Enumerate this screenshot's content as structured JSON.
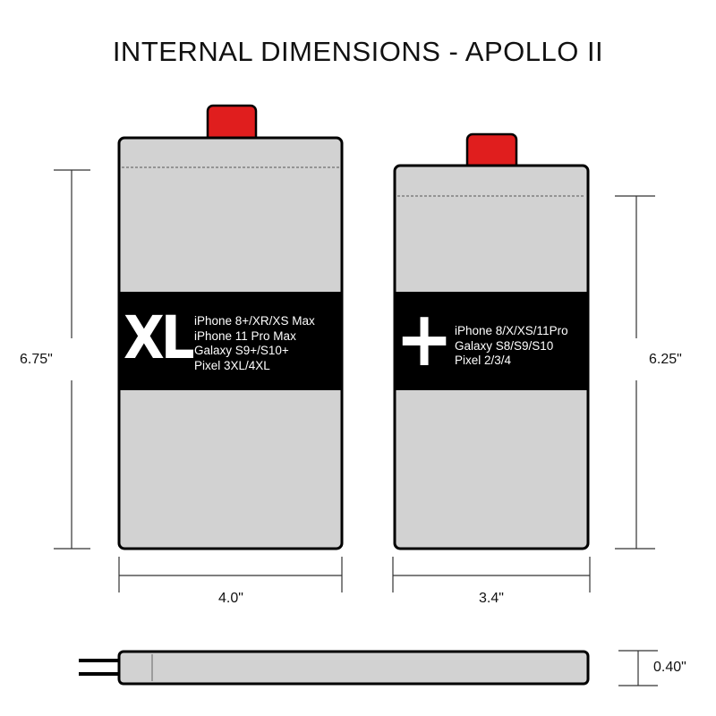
{
  "title": "INTERNAL DIMENSIONS - APOLLO II",
  "pouches": [
    {
      "id": "xl",
      "mark": "XL",
      "fits": [
        "iPhone 8+/XR/XS Max",
        "iPhone 11 Pro Max",
        "Galaxy S9+/S10+",
        "Pixel 3XL/4XL"
      ],
      "height_label": "6.75\"",
      "width_label": "4.0\""
    },
    {
      "id": "plus",
      "mark": "+",
      "fits": [
        "iPhone 8/X/XS/11Pro",
        "Galaxy S8/S9/S10",
        "Pixel 2/3/4"
      ],
      "height_label": "6.25\"",
      "width_label": "3.4\""
    }
  ],
  "depth_label": "0.40\"",
  "colors": {
    "pouch_fill": "#d2d2d2",
    "outline": "#000000",
    "tab": "#e01e1e",
    "band": "#000000",
    "dim_line": "#333333"
  }
}
